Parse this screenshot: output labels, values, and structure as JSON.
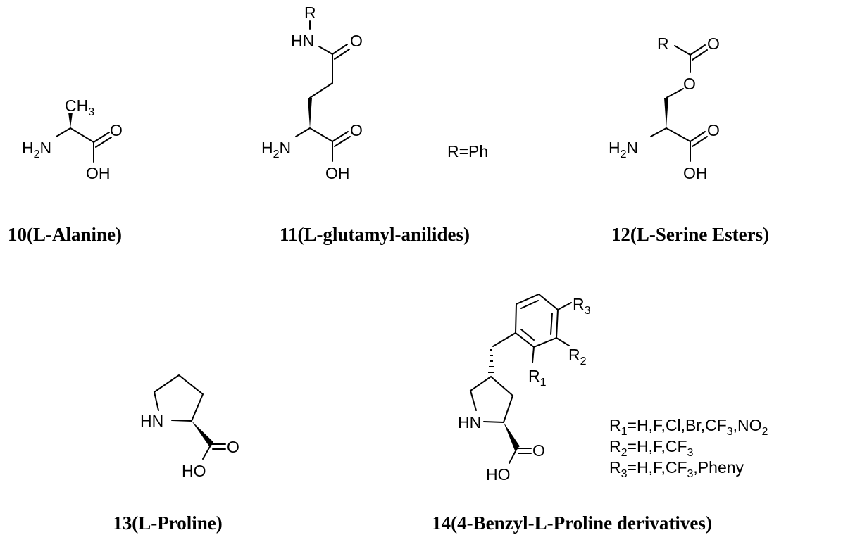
{
  "compounds": [
    {
      "label": "10(L-Alanine)",
      "atoms": {
        "ch3": [
          "CH",
          "3"
        ],
        "nh2": [
          "H",
          "2",
          "N"
        ],
        "o": "O",
        "oh": "OH"
      }
    },
    {
      "label": "11(L-glutamyl-anilides)",
      "atoms": {
        "r": "R",
        "hn": "HN",
        "o_amide": "O",
        "nh2": [
          "H",
          "2",
          "N"
        ],
        "o": "O",
        "oh": "OH"
      },
      "note": "R=Ph"
    },
    {
      "label": "12(L-Serine Esters)",
      "atoms": {
        "r": "R",
        "o_ester_carbonyl": "O",
        "o_ester": "O",
        "nh2": [
          "H",
          "2",
          "N"
        ],
        "o": "O",
        "oh": "OH"
      }
    },
    {
      "label": "13(L-Proline)",
      "atoms": {
        "hn": "HN",
        "o": "O",
        "ho": "HO"
      }
    },
    {
      "label": "14(4-Benzyl-L-Proline derivatives)",
      "atoms": {
        "r1": [
          "R",
          "1"
        ],
        "r2": [
          "R",
          "2"
        ],
        "r3": [
          "R",
          "3"
        ],
        "hn": "HN",
        "o": "O",
        "ho": "HO"
      },
      "substituents": [
        [
          "R",
          "1",
          "=H,F,Cl,Br,CF",
          "3",
          ",NO",
          "2"
        ],
        [
          "R",
          "2",
          "=H,F,CF",
          "3"
        ],
        [
          "R",
          "3",
          "=H,F,CF",
          "3",
          ",Pheny"
        ]
      ]
    }
  ]
}
